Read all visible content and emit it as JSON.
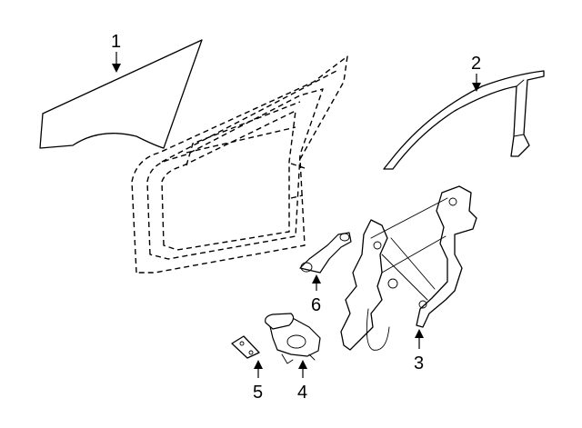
{
  "diagram": {
    "callouts": [
      {
        "id": "glass",
        "label": "1"
      },
      {
        "id": "run-channel",
        "label": "2"
      },
      {
        "id": "window-regulator",
        "label": "3"
      },
      {
        "id": "regulator-motor",
        "label": "4"
      },
      {
        "id": "motor-seal",
        "label": "5"
      },
      {
        "id": "motor-bracket",
        "label": "6"
      }
    ]
  }
}
